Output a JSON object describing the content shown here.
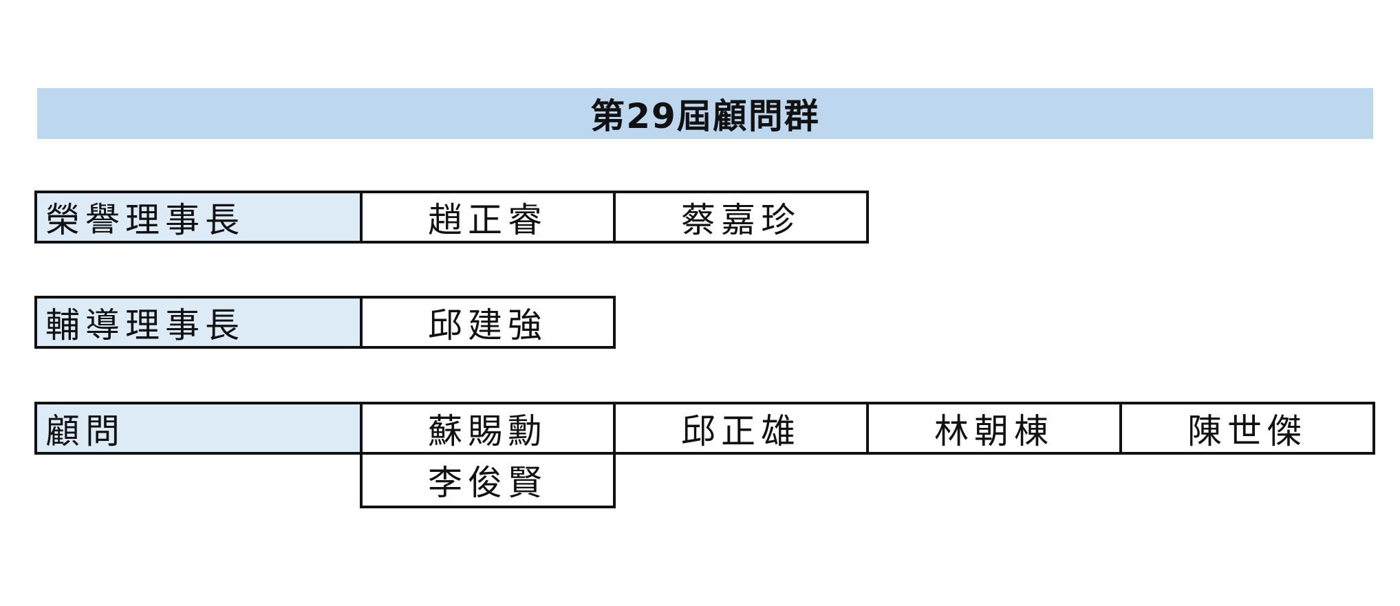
{
  "title": "第29屆顧問群",
  "rows": [
    {
      "label": "榮譽理事長",
      "names": [
        "趙正睿",
        "蔡嘉珍"
      ]
    },
    {
      "label": "輔導理事長",
      "names": [
        "邱建強"
      ]
    },
    {
      "label": "顧問",
      "names": [
        "蘇賜勳",
        "邱正雄",
        "林朝棟",
        "陳世傑",
        "李俊賢"
      ]
    }
  ]
}
